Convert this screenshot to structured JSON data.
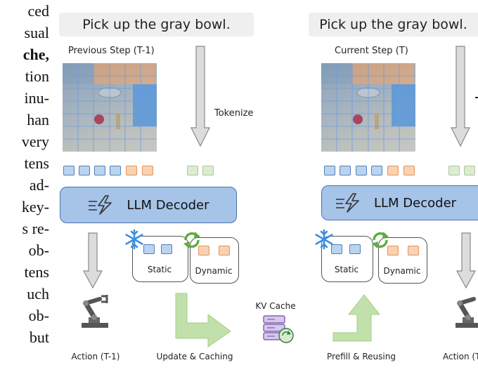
{
  "left_text": [
    "ced",
    "sual",
    "che,",
    "tion",
    "inu-",
    "han",
    "very",
    "tens",
    "ad-",
    "key-",
    "s re-",
    "ob-",
    "tens",
    "uch",
    "ob-",
    "but"
  ],
  "left_panel": {
    "prompt": "Pick up the gray bowl.",
    "step_label": "Previous Step (T-1)",
    "tokenize": "Tokenize",
    "decoder": "LLM Decoder",
    "static": "Static",
    "dynamic": "Dynamic",
    "action": "Action (T-1)",
    "update": "Update & Caching"
  },
  "middle": {
    "kv_cache": "KV Cache"
  },
  "right_panel": {
    "prompt": "Pick up the gray bowl.",
    "step_label": "Current Step (T)",
    "decoder": "LLM Decoder",
    "static": "Static",
    "dynamic": "Dynamic",
    "prefill": "Prefill & Reusing",
    "action": "Action (T"
  },
  "colors": {
    "static_token": "#bcd3ee",
    "dynamic_token": "#f8d2b4",
    "text_token": "#dcecd3",
    "decoder": "#a6c3e8",
    "green_arrow": "#b3d69b",
    "snowflake": "#3a8ee6",
    "cycle": "#5dae3c"
  }
}
